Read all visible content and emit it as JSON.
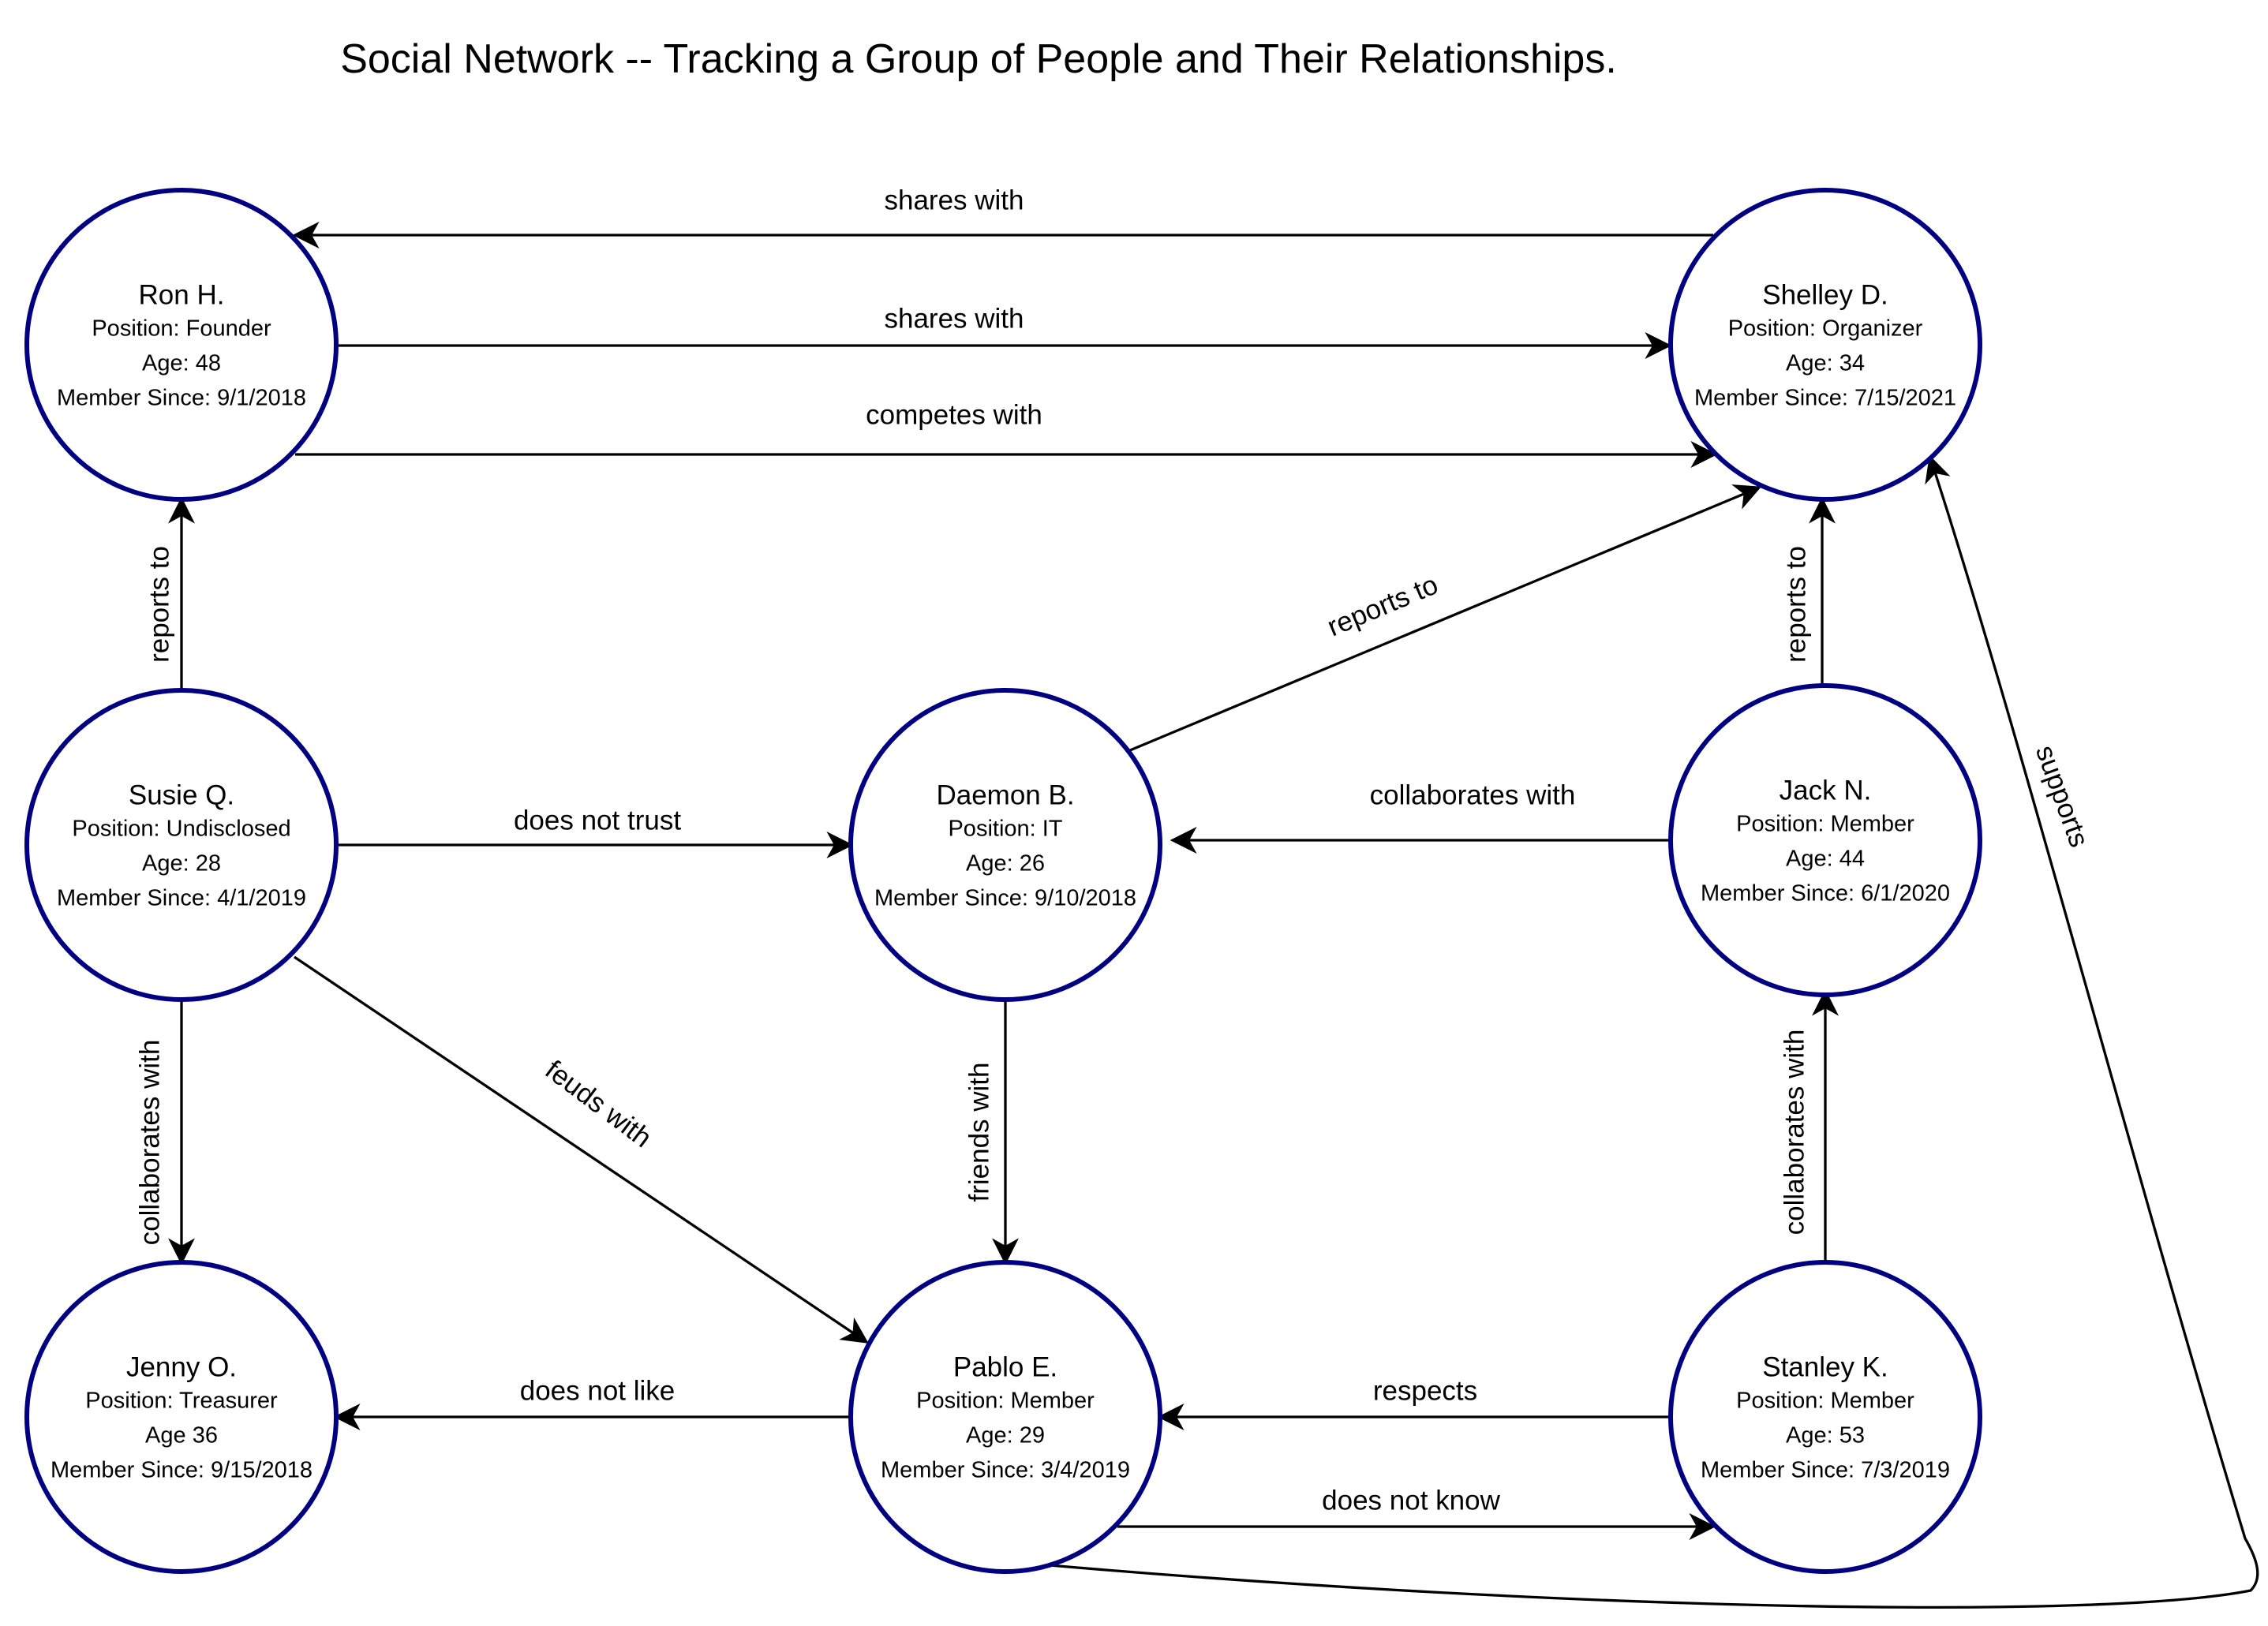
{
  "title": "Social Network -- Tracking a Group of People and Their Relationships.",
  "colors": {
    "node_stroke": "#000080",
    "edge": "#000000",
    "background": "#ffffff"
  },
  "nodes": [
    {
      "id": "ron",
      "name": "Ron H.",
      "lines": [
        "Position: Founder",
        "Age: 48",
        "Member Since: 9/1/2018"
      ]
    },
    {
      "id": "shelley",
      "name": "Shelley D.",
      "lines": [
        "Position: Organizer",
        "Age: 34",
        "Member Since: 7/15/2021"
      ]
    },
    {
      "id": "susie",
      "name": "Susie Q.",
      "lines": [
        "Position: Undisclosed",
        "Age: 28",
        "Member Since: 4/1/2019"
      ]
    },
    {
      "id": "daemon",
      "name": "Daemon B.",
      "lines": [
        "Position: IT",
        "Age: 26",
        "Member Since: 9/10/2018"
      ]
    },
    {
      "id": "jack",
      "name": "Jack N.",
      "lines": [
        "Position: Member",
        "Age: 44",
        "Member Since: 6/1/2020"
      ]
    },
    {
      "id": "jenny",
      "name": "Jenny O.",
      "lines": [
        "Position: Treasurer",
        "Age 36",
        "Member Since: 9/15/2018"
      ]
    },
    {
      "id": "pablo",
      "name": "Pablo E.",
      "lines": [
        "Position: Member",
        "Age: 29",
        "Member Since: 3/4/2019"
      ]
    },
    {
      "id": "stanley",
      "name": "Stanley K.",
      "lines": [
        "Position: Member",
        "Age: 53",
        "Member Since: 7/3/2019"
      ]
    }
  ],
  "edges": [
    {
      "id": "shelley-ron-shares",
      "from": "shelley",
      "to": "ron",
      "label": "shares with"
    },
    {
      "id": "ron-shelley-shares",
      "from": "ron",
      "to": "shelley",
      "label": "shares with"
    },
    {
      "id": "ron-shelley-competes",
      "from": "ron",
      "to": "shelley",
      "label": "competes with"
    },
    {
      "id": "susie-ron-reports",
      "from": "susie",
      "to": "ron",
      "label": "reports to"
    },
    {
      "id": "daemon-shelley-reports",
      "from": "daemon",
      "to": "shelley",
      "label": "reports to"
    },
    {
      "id": "jack-shelley-reports",
      "from": "jack",
      "to": "shelley",
      "label": "reports to"
    },
    {
      "id": "susie-daemon-trust",
      "from": "susie",
      "to": "daemon",
      "label": "does not trust"
    },
    {
      "id": "jack-daemon-collab",
      "from": "jack",
      "to": "daemon",
      "label": "collaborates with"
    },
    {
      "id": "susie-jenny-collab",
      "from": "susie",
      "to": "jenny",
      "label": "collaborates with"
    },
    {
      "id": "susie-pablo-feuds",
      "from": "susie",
      "to": "pablo",
      "label": "feuds with"
    },
    {
      "id": "daemon-pablo-friends",
      "from": "daemon",
      "to": "pablo",
      "label": "friends with"
    },
    {
      "id": "stanley-jack-collab",
      "from": "stanley",
      "to": "jack",
      "label": "collaborates with"
    },
    {
      "id": "pablo-jenny-dislike",
      "from": "pablo",
      "to": "jenny",
      "label": "does not like"
    },
    {
      "id": "stanley-pablo-respects",
      "from": "stanley",
      "to": "pablo",
      "label": "respects"
    },
    {
      "id": "pablo-stanley-know",
      "from": "pablo",
      "to": "stanley",
      "label": "does not know"
    },
    {
      "id": "pablo-shelley-supports",
      "from": "pablo",
      "to": "shelley",
      "label": "supports"
    }
  ]
}
